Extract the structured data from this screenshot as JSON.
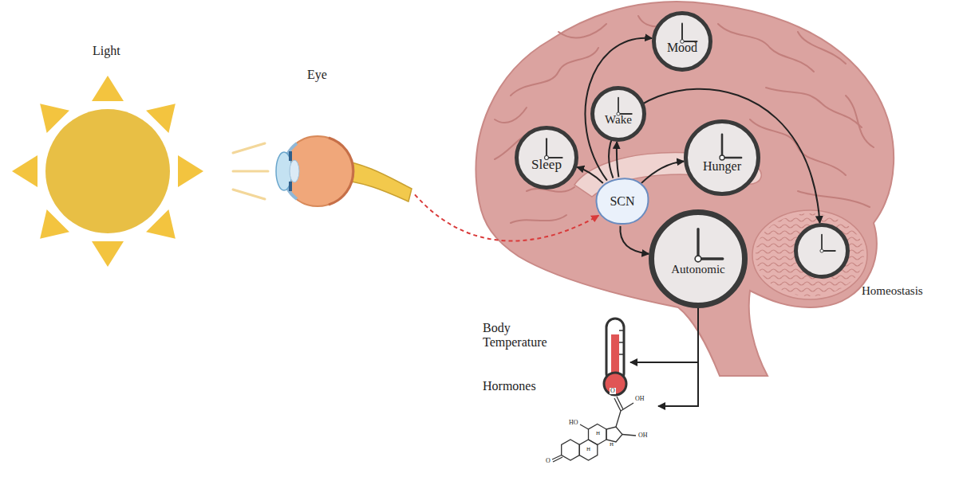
{
  "diagram": {
    "nodes": [
      {
        "text": [
          "Eye"
        ]
      },
      {
        "text": [
          "Mood"
        ]
      },
      {
        "text": [
          "Wake"
        ]
      },
      {
        "text": [
          "Sleep"
        ]
      },
      {
        "text": [
          "Hunger"
        ]
      },
      {
        "text": [
          "SCN"
        ]
      },
      {
        "text": [
          "Autonomic"
        ]
      },
      {
        "text": [
          "Homeostasis"
        ]
      },
      {
        "text": [
          "Body Temperature"
        ]
      },
      {
        "text": [
          "Hormones"
        ]
      }
    ],
    "edges": [
      {
        "from": 0,
        "to": 5,
        "arrow": "to"
      },
      {
        "from": 5,
        "to": 3,
        "arrow": "to"
      },
      {
        "from": 5,
        "to": 2,
        "arrow": "to"
      },
      {
        "from": 5,
        "to": 4,
        "arrow": "to"
      },
      {
        "from": 5,
        "to": 6,
        "arrow": "to"
      },
      {
        "from": 5,
        "to": 1,
        "arrow": "to"
      },
      {
        "from": 5,
        "to": 7,
        "arrow": "to"
      },
      {
        "from": 6,
        "to": 8,
        "arrow": "to"
      },
      {
        "from": 6,
        "to": 9,
        "arrow": "to"
      }
    ],
    "labels": [
      "Light",
      "OH",
      "O",
      "HO",
      "OH",
      "H",
      "H",
      "H",
      "O"
    ]
  }
}
